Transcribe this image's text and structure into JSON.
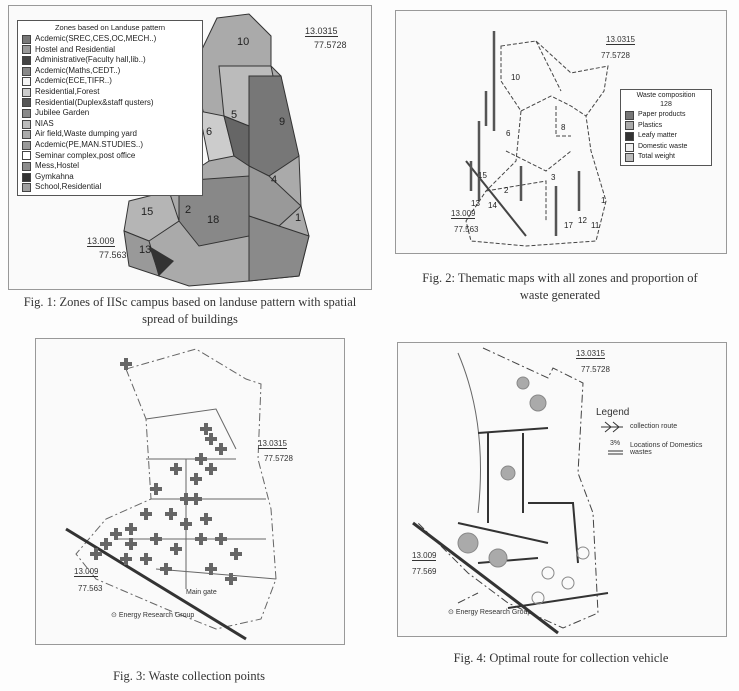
{
  "fig1": {
    "caption": "Fig. 1: Zones of IISc campus based on landuse pattern with spatial spread of buildings",
    "legend_title": "Zones based on Landuse pattern",
    "legend": [
      {
        "label": "Acdemic(SREC,CES,OC,MECH..)",
        "color": "#777"
      },
      {
        "label": "Hostel and Residential",
        "color": "#999"
      },
      {
        "label": "Administrative(Faculty hall,lib..)",
        "color": "#444"
      },
      {
        "label": "Acdemic(Maths,CEDT..)",
        "color": "#888"
      },
      {
        "label": "Acdemic(ECE,TIFR..)",
        "color": "#f4f4f4"
      },
      {
        "label": "Residential,Forest",
        "color": "#ccc"
      },
      {
        "label": "Residential(Duplex&staff qusters)",
        "color": "#555"
      },
      {
        "label": "Jubilee Garden",
        "color": "#8a8a8a"
      },
      {
        "label": "NIAS",
        "color": "#bbb"
      },
      {
        "label": "Air field,Waste dumping yard",
        "color": "#aaa"
      },
      {
        "label": "Acdemic(PE,MAN.STUDIES..)",
        "color": "#999"
      },
      {
        "label": "Seminar complex,post office",
        "color": "#fff"
      },
      {
        "label": "Mess,Hostel",
        "color": "#8c8c8c"
      },
      {
        "label": "Gymkahna",
        "color": "#333"
      },
      {
        "label": "School,Residential",
        "color": "#a0a0a0"
      }
    ],
    "coord_ne_lat": "13.0315",
    "coord_ne_lon": "77.5728",
    "coord_sw_lat": "13.009",
    "coord_sw_lon": "77.563",
    "zones": [
      "10",
      "6",
      "5",
      "9",
      "4",
      "15",
      "13",
      "2",
      "18",
      "1"
    ]
  },
  "fig2": {
    "caption_l1": "Fig. 2: Thematic maps with all zones and proportion of",
    "caption_l2": "waste  generated",
    "legend_title": "Waste composition",
    "legend_scale": "128",
    "legend": [
      {
        "label": "Paper products",
        "color": "#777"
      },
      {
        "label": "Plastics",
        "color": "#aaa"
      },
      {
        "label": "Leafy matter",
        "color": "#333"
      },
      {
        "label": "Domestic waste",
        "color": "#eee"
      },
      {
        "label": "Total weight",
        "color": "#bbb"
      }
    ],
    "coord_ne_lat": "13.0315",
    "coord_ne_lon": "77.5728",
    "coord_sw_lat": "13.009",
    "coord_sw_lon": "77.563",
    "zones": [
      "10",
      "6",
      "8",
      "3",
      "2",
      "15",
      "13",
      "14",
      "1",
      "12",
      "17",
      "11"
    ]
  },
  "fig3": {
    "caption": "Fig. 3: Waste collection points",
    "coord_ne_lat": "13.0315",
    "coord_ne_lon": "77.5728",
    "coord_sw_lat": "13.009",
    "coord_sw_lon": "77.563",
    "credit": "Energy Research Group",
    "gate": "Main gate"
  },
  "fig4": {
    "caption": "Fig. 4: Optimal route for collection vehicle",
    "legend_title": "Legend",
    "route_label": "collection route",
    "waste_label": "Locations of Domestics wastes",
    "waste_symbol": "3%",
    "coord_ne_lat": "13.0315",
    "coord_ne_lon": "77.5728",
    "coord_sw_lat": "13.009",
    "coord_sw_lon": "77.569",
    "credit": "Energy Research Group"
  }
}
